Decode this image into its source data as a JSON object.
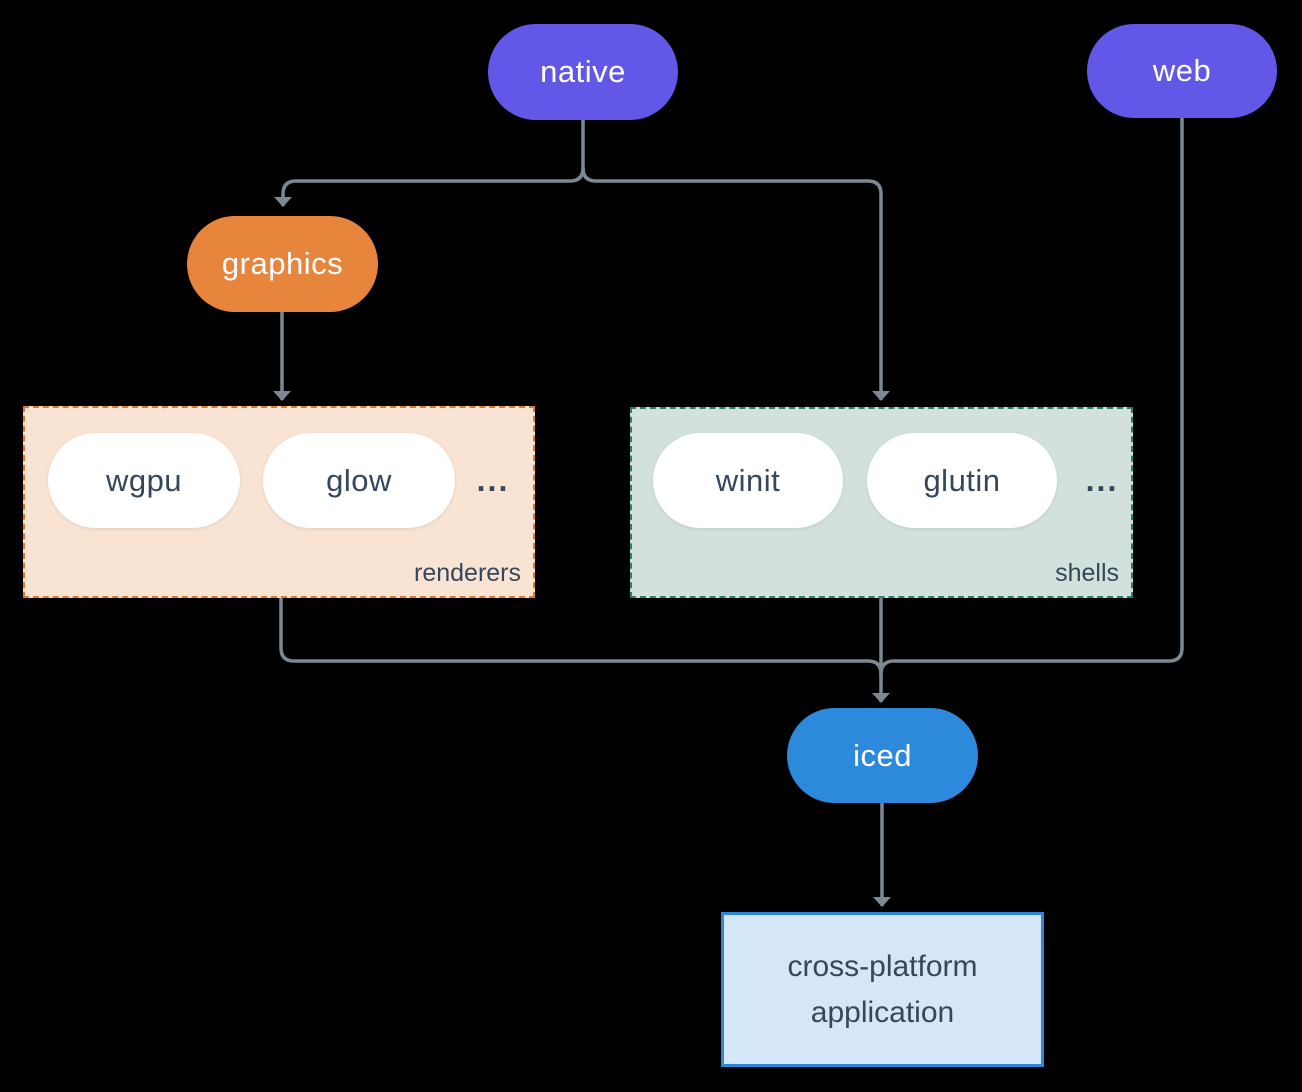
{
  "diagram_type": "architecture-flowchart",
  "colors": {
    "background": "#000000",
    "connector": "#7C8894",
    "node_purple": "#6357E8",
    "node_orange": "#E8853D",
    "node_blue": "#2D89DB",
    "node_white": "#FFFFFF",
    "dark_text": "#36465B",
    "renderers_bg": "#F9E3D3",
    "renderers_border": "#DB7A2F",
    "shells_bg": "#D2E1DB",
    "shells_border": "#2E7E6E",
    "app_bg": "#D5E6F7",
    "app_border": "#2E86D8"
  },
  "nodes": {
    "native": "native",
    "web": "web",
    "graphics": "graphics",
    "iced": "iced",
    "wgpu": "wgpu",
    "glow": "glow",
    "winit": "winit",
    "glutin": "glutin"
  },
  "groups": {
    "renderers": {
      "label": "renderers",
      "ellipsis": "..."
    },
    "shells": {
      "label": "shells",
      "ellipsis": "..."
    }
  },
  "app": {
    "label": "cross-platform application"
  },
  "edges": [
    {
      "from": "native",
      "to": "graphics"
    },
    {
      "from": "native",
      "to": "shells"
    },
    {
      "from": "graphics",
      "to": "renderers"
    },
    {
      "from": "renderers",
      "to": "iced"
    },
    {
      "from": "shells",
      "to": "iced"
    },
    {
      "from": "web",
      "to": "iced"
    },
    {
      "from": "iced",
      "to": "cross-platform-application"
    }
  ]
}
